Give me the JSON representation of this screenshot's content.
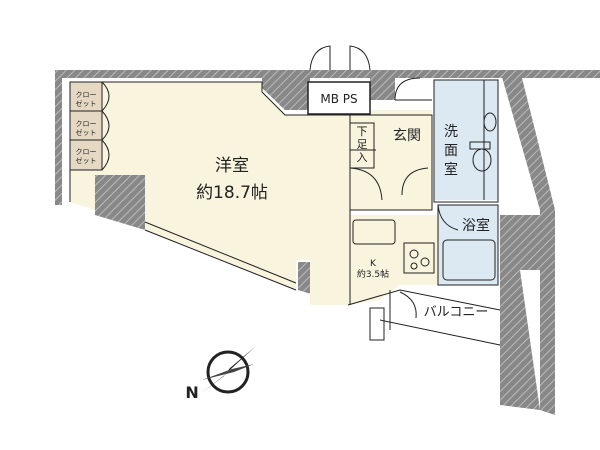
{
  "rooms": {
    "living": {
      "name": "洋室",
      "area": "約18.7帖"
    },
    "kitchen": {
      "name": "K",
      "area": "約3.5帖"
    },
    "entrance": "玄関",
    "washroom": [
      "洗",
      "面",
      "室"
    ],
    "bath": "浴室",
    "balcony": "バルコニー",
    "shoe_storage": [
      "下",
      "足",
      "入"
    ],
    "mbps": "MB PS",
    "closets": [
      {
        "line1": "クロー",
        "line2": "ゼット"
      },
      {
        "line1": "クロー",
        "line2": "ゼット"
      },
      {
        "line1": "クロー",
        "line2": "ゼット"
      }
    ]
  },
  "compass": {
    "north": "N"
  },
  "colors": {
    "floor": "#f8f4de",
    "tile": "#dce9f3",
    "wall": "#7d7d7d",
    "closet": "#e6d9c3"
  }
}
